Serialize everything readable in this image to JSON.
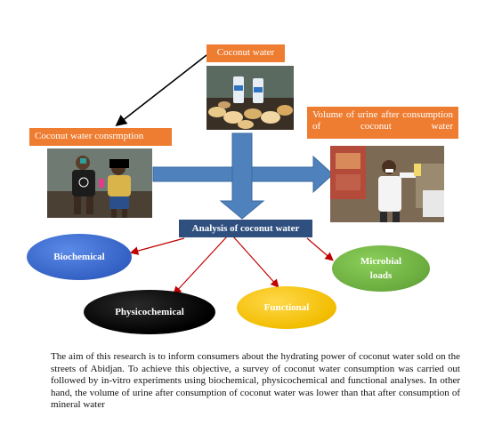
{
  "labels": {
    "coconut_water": "Coconut water",
    "consumption": "Coconut water consrmption",
    "urine": "Volume of urine after consumption of coconut water",
    "analysis": "Analysis of coconut water"
  },
  "analyses": {
    "biochemical": "Biochemical",
    "microbial": "Microbial loads",
    "physicochemical": "Physicochemical",
    "functional": "Functional"
  },
  "caption": "The aim of this research is to inform consumers about the hydrating power of coconut water sold on the streets of Abidjan. To achieve this objective, a survey of coconut water consumption was carried out followed by in-vitro experiments using biochemical, physicochemical and functional analyses. In other hand, the volume of urine after consumption of coconut water was lower than that after consumption of mineral water",
  "colors": {
    "orange": "#ee7d31",
    "arrow_blue": "#4f81bd",
    "analysis_box": "#2f4f7f",
    "red_arrow": "#c00000",
    "biochemical": "#3f6fd0",
    "microbial": "#70ad47",
    "physicochemical": "#000000",
    "functional": "#f5c000"
  }
}
